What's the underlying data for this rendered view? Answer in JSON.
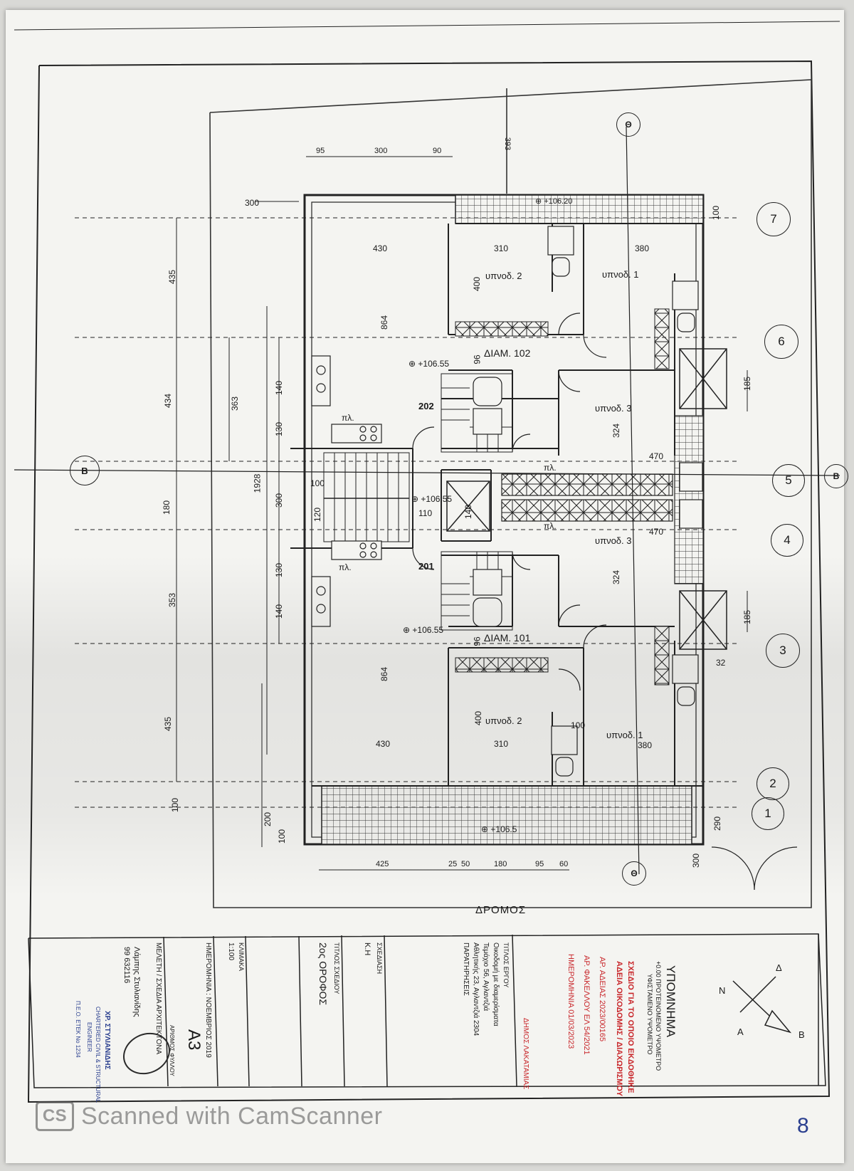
{
  "sheet_title": "ΥΠΟΜΝΗΜΑ",
  "street_label": "ΔΡΟΜΟΣ",
  "section_markers": [
    "B",
    "B",
    "Θ",
    "Θ"
  ],
  "grid_axes": [
    "1",
    "2",
    "3",
    "4",
    "5",
    "6",
    "7"
  ],
  "rooms": {
    "apt_102": "ΔΙΑΜ. 102",
    "apt_101": "ΔΙΑΜ. 101",
    "bedroom_1": "υπνοδ. 1",
    "bedroom_2": "υπνοδ. 2",
    "bedroom_3": "υπνοδ. 3",
    "bedroom_3b": "υπνοδ. 3",
    "bedroom_1b": "υπνοδ. 1",
    "bedroom_2b": "υπνοδ. 2",
    "unit_202": "202",
    "unit_201": "201",
    "pl": "πλ."
  },
  "levels": {
    "lvl_a": "+106.55",
    "lvl_b": "+106.55",
    "lvl_c": "+106.55",
    "lvl_d": "+106.5",
    "lvl_e": "+106.20"
  },
  "dimensions": {
    "top": [
      "95",
      "300",
      "90"
    ],
    "top_vertical": "393",
    "bottom": [
      "425",
      "25",
      "50",
      "180",
      "95",
      "60"
    ],
    "left_outer": [
      "435",
      "434",
      "180",
      "353",
      "435",
      "100"
    ],
    "left_inner": [
      "363",
      "140",
      "130",
      "300",
      "130",
      "140"
    ],
    "left_extra": [
      "300",
      "1928",
      "200",
      "100"
    ],
    "interior": [
      "430",
      "864",
      "430",
      "864",
      "310",
      "380",
      "310",
      "380",
      "400",
      "400",
      "324",
      "324",
      "470",
      "470",
      "96",
      "96",
      "100",
      "120",
      "110",
      "140",
      "100",
      "185",
      "185",
      "100",
      "32",
      "290",
      "300"
    ]
  },
  "title_block": {
    "legend_title": "ΥΠΟΜΝΗΜΑ",
    "legend_line_1": "+0.00  ΠΡΟΤΕΙΝΟΜΕΝΟ ΥΨΟΜΕΤΡΟ",
    "legend_line_2": "ΥΦΙΣΤΑΜΕΝΟ ΥΨΟΜΕΤΡΟ",
    "permit_title": "ΣΧΕΔΙΟ ΓΙΑ ΤΟ ΟΠΟΙΟ ΕΚΔΟΘΗΚΕ",
    "permit_line": "ΑΔΕΙΑ ΟΙΚΟΔΟΜΗΣ / ΔΙΑΧΩΡΙΣΜΟΥ",
    "permit_no": "ΑΡ. ΑΔΕΙΑΣ  2023/00165",
    "file_no": "ΑΡ. ΦΑΚΕΛΛΟΥ  ΕΛ 54/2021",
    "date_line": "ΗΜΕΡΟΜΗΝΙΑ  01/03/2023",
    "authority": "ΔΗΜΟΣ ΛΑΚΑΤΑΜΙΑΣ",
    "project_label": "ΤΙΤΛΟΣ ΕΡΓΟΥ",
    "project_line_1": "Οικοδομή με διαμερίσματα",
    "project_line_2": "Τεμάχιο 56, Αγλαντζιά",
    "project_line_3": "Αθλητικής 23, Αγλαντζιά 2304",
    "remarks": "ΠΑΡΑΤΗΡΗΣΕΙΣ",
    "drawing_label": "ΣΧΕΔΙΑΣΗ",
    "drawing_value": "Κ.Η",
    "drawing_title_label": "ΤΙΤΛΟΣ ΣΧΕΔΙΟΥ",
    "drawing_title": "2ος ΟΡΟΦΟΣ",
    "scale_label": "ΚΛΙΜΑΚΑ",
    "scale_value": "1:100",
    "date_label": "ΗΜΕΡΟΜΗΝΙΑ : ΝΟΕΜΒΡΙΟΣ  2019",
    "sheet_no": "Α3",
    "sheet_no_label": "ΑΡΙΘΜΟΣ ΦΥΛΛΟΥ",
    "designer_label": "ΜΕΛΕΤΗ / ΣΧΕΔΙΑ ΑΡΧΙΤΕΚΤΟΝΑ",
    "designer_name": "Λάμπης Στυλιανίδης",
    "designer_phone": "99 632116",
    "stamp_line_1": "ΧΡ. ΣΤΥΛΙΑΝΙΔΗΣ",
    "stamp_line_2": "CHARTERED CIVIL & STRUCTURAL",
    "stamp_line_3": "ENGINEER",
    "stamp_line_4": "Π.Ε.Ο. ΕΤΕΚ Νο 1234"
  },
  "north_labels": [
    "Ν",
    "Α",
    "Δ",
    "Β"
  ],
  "watermark": "Scanned with CamScanner",
  "watermark_badge": "CS",
  "page_mark": "8"
}
